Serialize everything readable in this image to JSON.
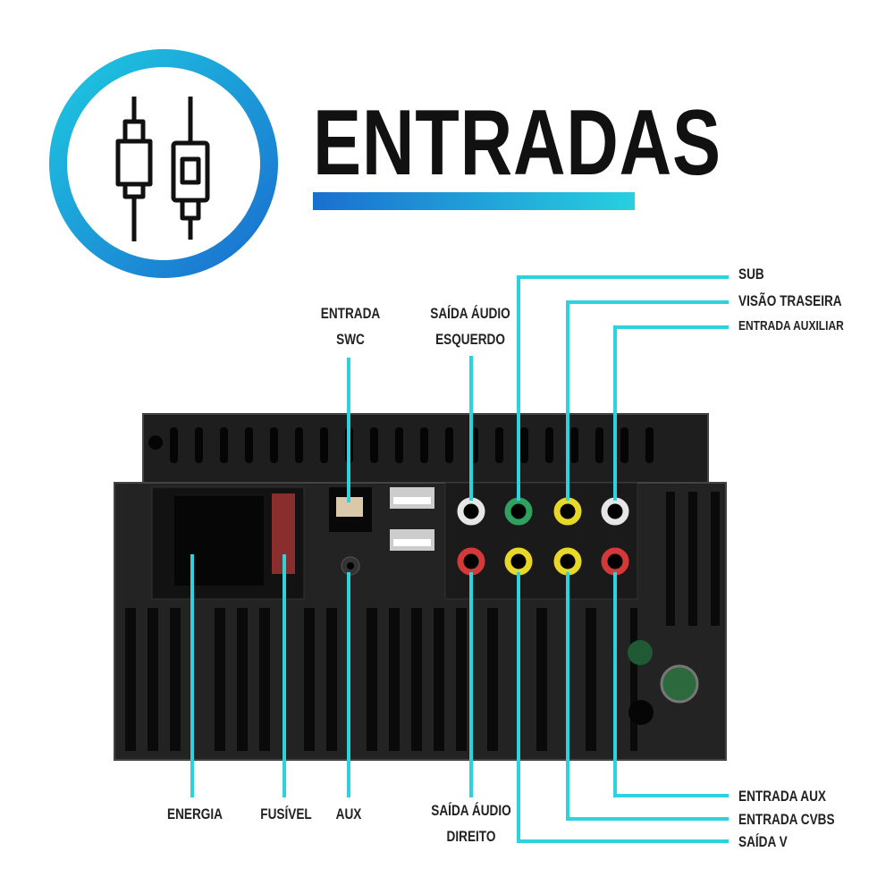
{
  "title": "ENTRADAS",
  "labels": {
    "entrada_swc": [
      "ENTRADA",
      "SWC"
    ],
    "saida_audio_esquerdo": [
      "SAÍDA ÁUDIO",
      "ESQUERDO"
    ],
    "sub": "SUB",
    "visao_traseira": "VISÃO TRASEIRA",
    "entrada_auxiliar": "ENTRADA  AUXILIAR",
    "energia": "ENERGIA",
    "fusivel": "FUSÍVEL",
    "aux": "AUX",
    "saida_audio_direito": [
      "SAÍDA ÁUDIO",
      "DIREITO"
    ],
    "entrada_aux": "ENTRADA AUX",
    "entrada_cvbs": "ENTRADA CVBS",
    "saida_v": "SAÍDA V"
  },
  "colors": {
    "accent": "#2cd3dc",
    "ring_start": "#1ec8e0",
    "ring_end": "#1a7ed8",
    "device": "#1c1c1c",
    "jack_white": "#e6e6e6",
    "jack_green": "#2fa060",
    "jack_yellow": "#e8d628",
    "jack_red": "#d23a3a"
  },
  "icons": [
    "rca-plug-icon",
    "rca-plug-icon"
  ]
}
